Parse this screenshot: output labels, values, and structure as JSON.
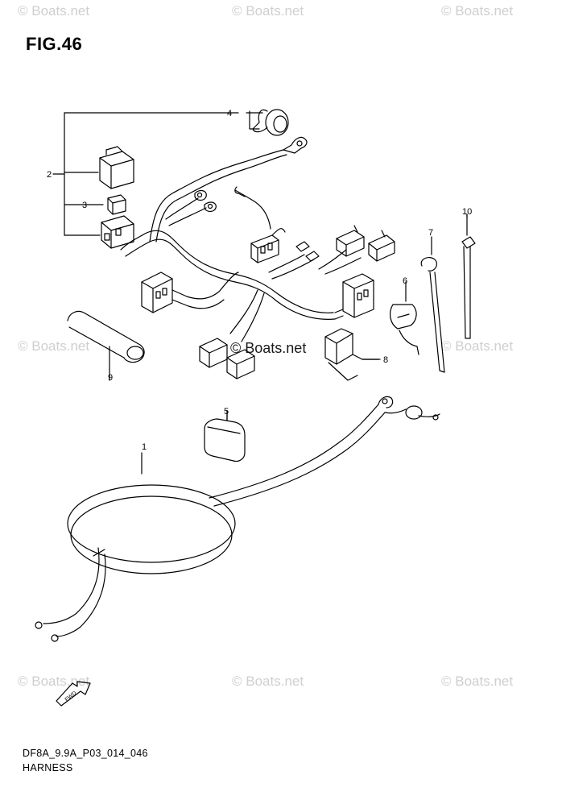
{
  "figure": {
    "title": "FIG.46",
    "code": "DF8A_9.9A_P03_014_046",
    "name": "HARNESS",
    "fwd_arrow_label": "FWD"
  },
  "watermark": {
    "text": "© Boats.net",
    "center_text": "© Boats.net"
  },
  "callouts": [
    "1",
    "2",
    "3",
    "4",
    "5",
    "6",
    "7",
    "8",
    "9",
    "10"
  ],
  "colors": {
    "line": "#000000",
    "watermark": "#cfcfcf",
    "background": "#ffffff"
  }
}
